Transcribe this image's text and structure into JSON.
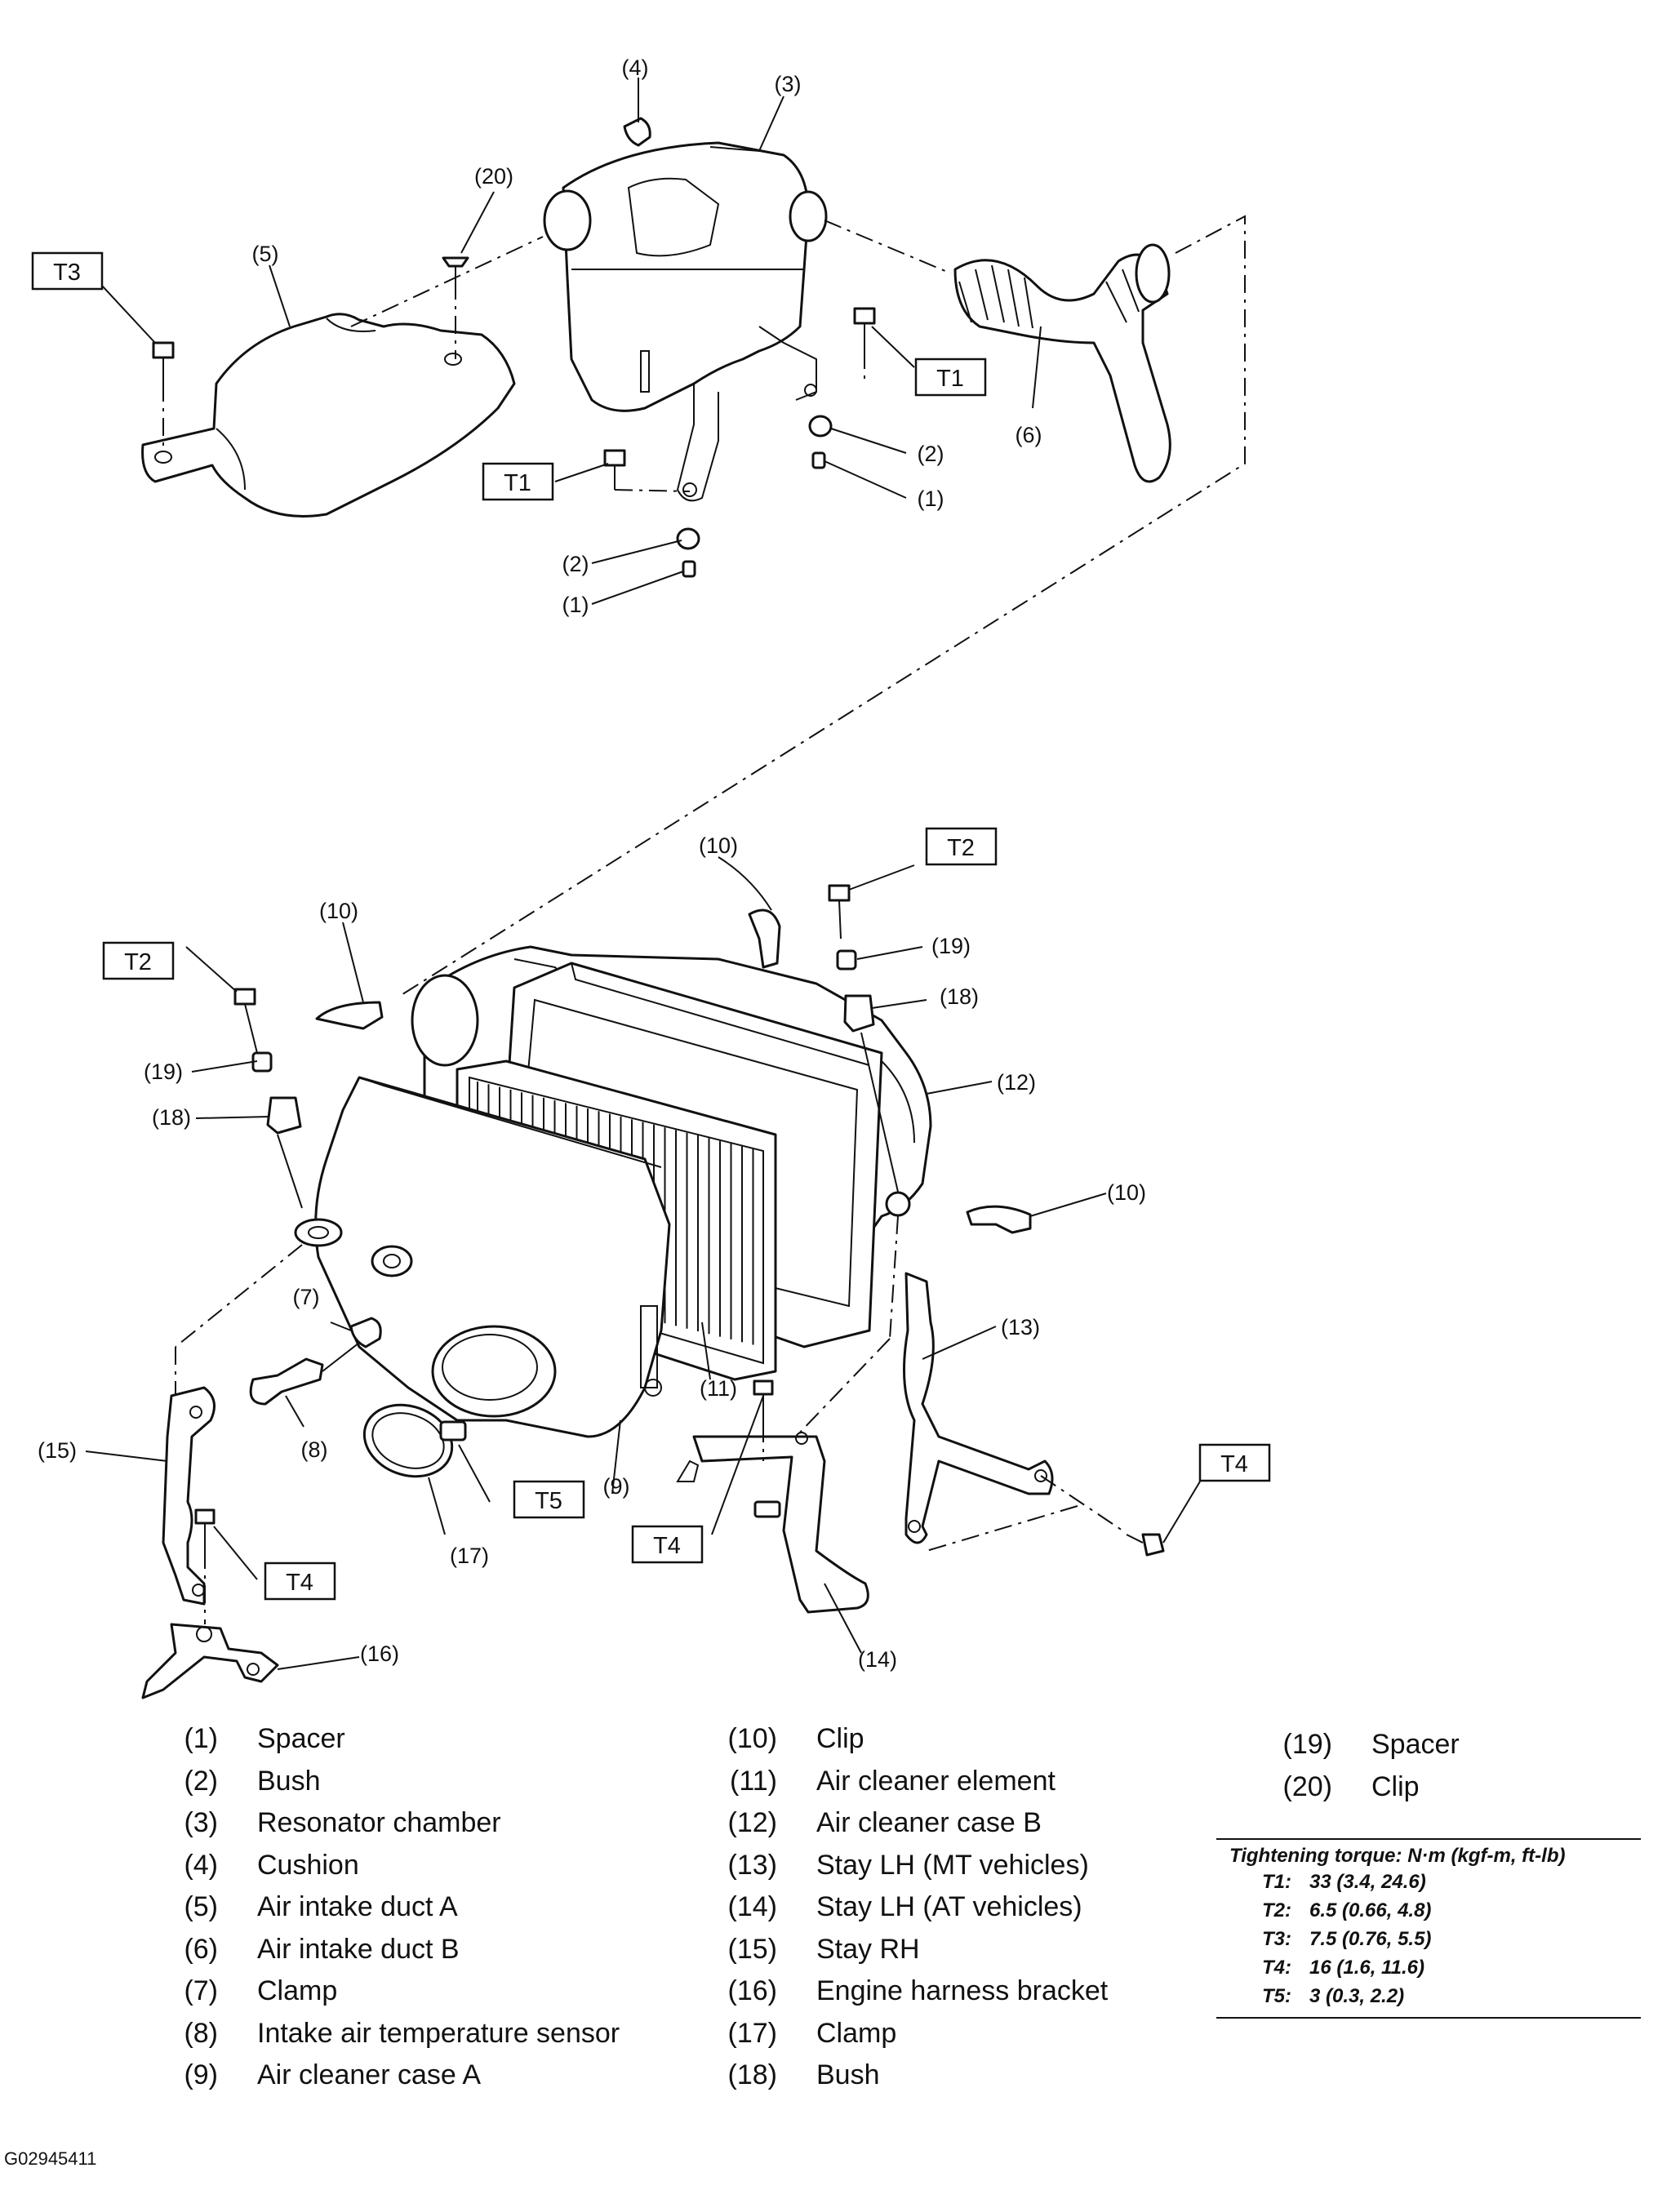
{
  "callouts": {
    "c4": "(4)",
    "c3": "(3)",
    "c20": "(20)",
    "c5": "(5)",
    "c6": "(6)",
    "c2a": "(2)",
    "c1a": "(1)",
    "c2b": "(2)",
    "c1b": "(1)",
    "c10a": "(10)",
    "c10b": "(10)",
    "c10c": "(10)",
    "c19a": "(19)",
    "c18a": "(18)",
    "c19b": "(19)",
    "c18b": "(18)",
    "c12": "(12)",
    "c13": "(13)",
    "c7": "(7)",
    "c8": "(8)",
    "c9": "(9)",
    "c11": "(11)",
    "c15": "(15)",
    "c17": "(17)",
    "c14": "(14)",
    "c16": "(16)"
  },
  "torque_boxes": {
    "t3": "T3",
    "t1a": "T1",
    "t1b": "T1",
    "t2a": "T2",
    "t2b": "T2",
    "t5": "T5",
    "t4a": "T4",
    "t4b": "T4",
    "t4c": "T4"
  },
  "legend": [
    {
      "num": "(1)",
      "name": "Spacer"
    },
    {
      "num": "(2)",
      "name": "Bush"
    },
    {
      "num": "(3)",
      "name": "Resonator chamber"
    },
    {
      "num": "(4)",
      "name": "Cushion"
    },
    {
      "num": "(5)",
      "name": "Air intake duct A"
    },
    {
      "num": "(6)",
      "name": "Air intake duct B"
    },
    {
      "num": "(7)",
      "name": "Clamp"
    },
    {
      "num": "(8)",
      "name": "Intake air temperature sensor"
    },
    {
      "num": "(9)",
      "name": "Air cleaner case A"
    },
    {
      "num": "(10)",
      "name": "Clip"
    },
    {
      "num": "(11)",
      "name": "Air cleaner element"
    },
    {
      "num": "(12)",
      "name": "Air cleaner case B"
    },
    {
      "num": "(13)",
      "name": "Stay LH (MT vehicles)"
    },
    {
      "num": "(14)",
      "name": "Stay LH (AT vehicles)"
    },
    {
      "num": "(15)",
      "name": "Stay RH"
    },
    {
      "num": "(16)",
      "name": "Engine harness bracket"
    },
    {
      "num": "(17)",
      "name": "Clamp"
    },
    {
      "num": "(18)",
      "name": "Bush"
    },
    {
      "num": "(19)",
      "name": "Spacer"
    },
    {
      "num": "(20)",
      "name": "Clip"
    }
  ],
  "torque": {
    "title": "Tightening torque: N·m (kgf-m, ft-lb)",
    "rows": [
      {
        "key": "T1:",
        "value": "33 (3.4, 24.6)"
      },
      {
        "key": "T2:",
        "value": "6.5 (0.66, 4.8)"
      },
      {
        "key": "T3:",
        "value": "7.5 (0.76, 5.5)"
      },
      {
        "key": "T4:",
        "value": "16 (1.6, 11.6)"
      },
      {
        "key": "T5:",
        "value": "3 (0.3, 2.2)"
      }
    ]
  },
  "figure_code": "G02945411"
}
